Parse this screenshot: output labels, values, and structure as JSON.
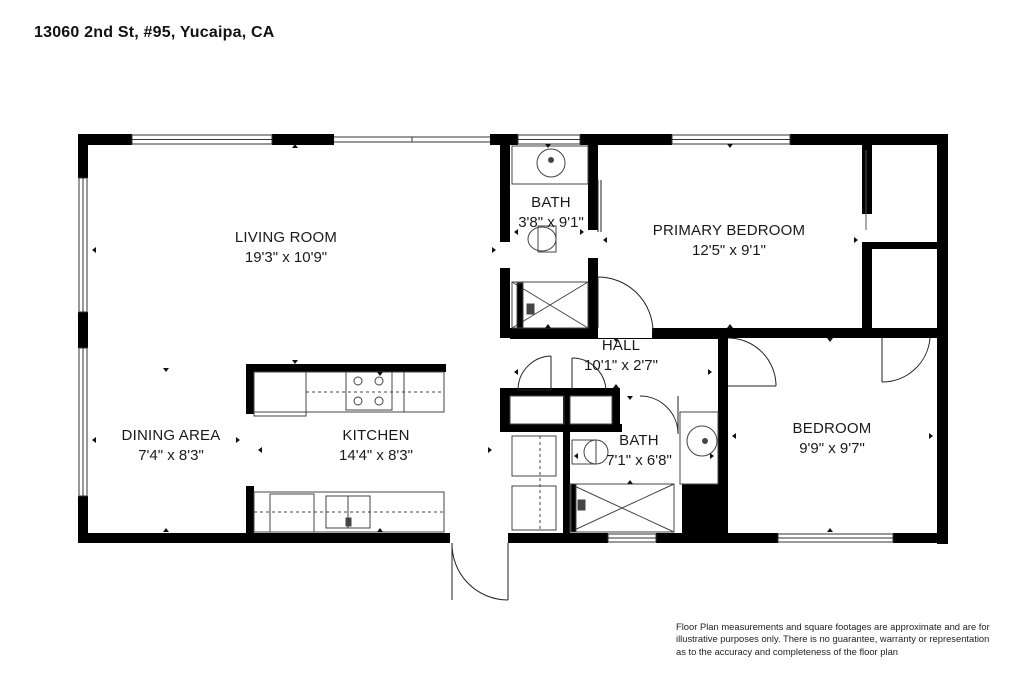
{
  "address": "13060 2nd St, #95, Yucaipa, CA",
  "rooms": {
    "living": {
      "name": "LIVING ROOM",
      "dims": "19'3\" x 10'9\""
    },
    "dining": {
      "name": "DINING AREA",
      "dims": "7'4\" x 8'3\""
    },
    "kitchen": {
      "name": "KITCHEN",
      "dims": "14'4\" x 8'3\""
    },
    "bath1": {
      "name": "BATH",
      "dims": "3'8\" x 9'1\""
    },
    "primary": {
      "name": "PRIMARY BEDROOM",
      "dims": "12'5\" x 9'1\""
    },
    "hall": {
      "name": "HALL",
      "dims": "10'1\" x 2'7\""
    },
    "bath2": {
      "name": "BATH",
      "dims": "7'1\" x 6'8\""
    },
    "bedroom": {
      "name": "BEDROOM",
      "dims": "9'9\" x 9'7\""
    }
  },
  "disclaimer": {
    "line1": "Floor Plan measurements and square footages are approximate and are for",
    "line2": "illustrative purposes only. There is no guarantee, warranty or representation",
    "line3": "as to the accuracy and completeness of the floor plan"
  },
  "colors": {
    "wall": "#000000",
    "line": "#333333",
    "fixture": "#666666"
  }
}
